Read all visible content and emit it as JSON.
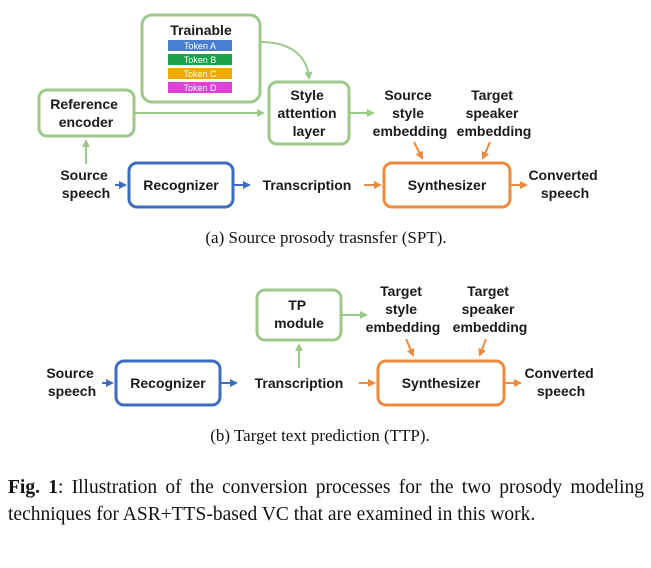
{
  "top": {
    "trainable_title": "Trainable",
    "tokens": [
      {
        "label": "Token A",
        "color": "#4a7fd0"
      },
      {
        "label": "Token B",
        "color": "#1aa34a"
      },
      {
        "label": "Token C",
        "color": "#f5a800"
      },
      {
        "label": "Token D",
        "color": "#e040d8"
      }
    ],
    "reference_encoder": [
      "Reference",
      "encoder"
    ],
    "style_attention": [
      "Style",
      "attention",
      "layer"
    ],
    "source_style_embedding": [
      "Source",
      "style",
      "embedding"
    ],
    "target_speaker_embedding": [
      "Target",
      "speaker",
      "embedding"
    ],
    "source_speech": [
      "Source",
      "speech"
    ],
    "recognizer": "Recognizer",
    "transcription": "Transcription",
    "synthesizer": "Synthesizer",
    "converted_speech": [
      "Converted",
      "speech"
    ],
    "caption": "(a) Source prosody trasnsfer (SPT)."
  },
  "bottom": {
    "tp_module": [
      "TP",
      "module"
    ],
    "target_style_embedding": [
      "Target",
      "style",
      "embedding"
    ],
    "target_speaker_embedding": [
      "Target",
      "speaker",
      "embedding"
    ],
    "source_speech": [
      "Source",
      "speech"
    ],
    "recognizer": "Recognizer",
    "transcription": "Transcription",
    "synthesizer": "Synthesizer",
    "converted_speech": [
      "Converted",
      "speech"
    ],
    "caption": "(b) Target text prediction (TTP)."
  },
  "figure_caption": {
    "label": "Fig. 1",
    "text": ": Illustration of the conversion processes for the two prosody modeling techniques for ASR+TTS-based VC that are examined in this work."
  },
  "colors": {
    "green": "#9cc98a",
    "blue": "#3d6bbf",
    "orange": "#ec8a3e"
  }
}
